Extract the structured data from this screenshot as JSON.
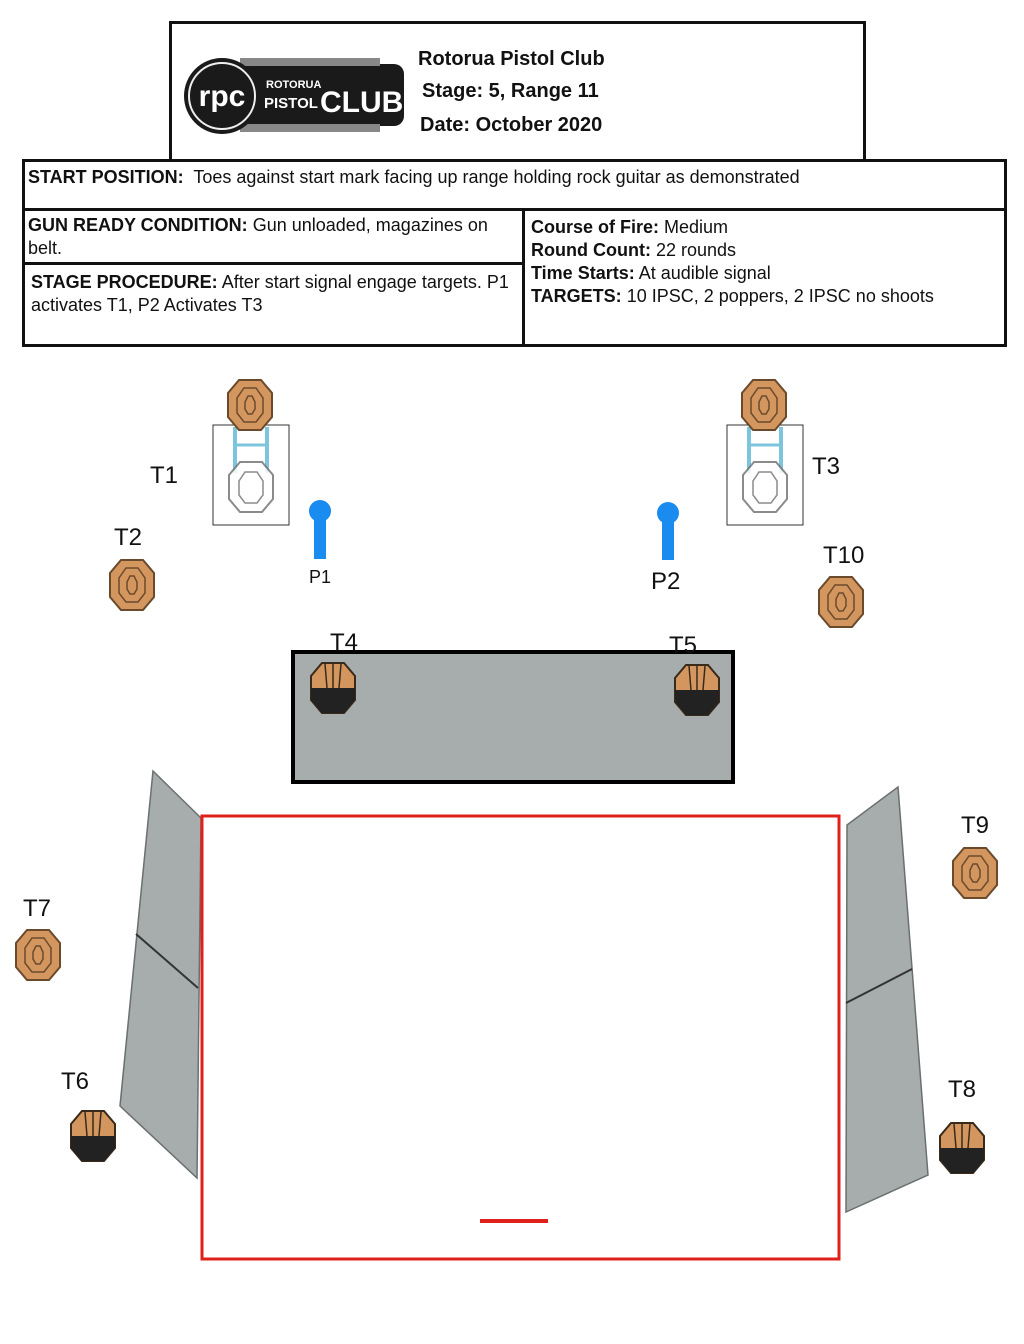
{
  "header": {
    "logo": {
      "mark": "rpc",
      "small": "ROTORUA",
      "word1": "PISTOL",
      "word2": "CLUB"
    },
    "club": "Rotorua Pistol Club",
    "stage": "Stage: 5, Range 11",
    "date": "Date: October 2020"
  },
  "start_position": {
    "label": "START POSITION:",
    "text": "Toes against start mark facing up range holding rock guitar as demonstrated"
  },
  "gun_ready": {
    "label": "GUN READY CONDITION:",
    "text": "Gun unloaded, magazines on belt."
  },
  "procedure": {
    "label": "STAGE PROCEDURE:",
    "text": "After start signal engage targets.  P1 activates T1, P2 Activates T3"
  },
  "details": [
    {
      "label": "Course of Fire:",
      "text": "Medium"
    },
    {
      "label": "Round Count:",
      "text": "22 rounds"
    },
    {
      "label": "Time Starts:",
      "text": "At audible signal"
    },
    {
      "label": "TARGETS:",
      "text": "10 IPSC, 2 poppers, 2 IPSC no shoots"
    }
  ],
  "diagram": {
    "target_labels": [
      "T1",
      "T2",
      "T3",
      "T4",
      "T5",
      "T6",
      "T7",
      "T8",
      "T9",
      "T10"
    ],
    "popper_labels": [
      "P1",
      "P2"
    ],
    "colors": {
      "target": "#d4965f",
      "no_shoot": "#222222",
      "wall": "#a7adad",
      "shooting_box": "#e0201b",
      "popper": "#1a8cf0",
      "swinger_frame": "#7cc5dc"
    }
  }
}
